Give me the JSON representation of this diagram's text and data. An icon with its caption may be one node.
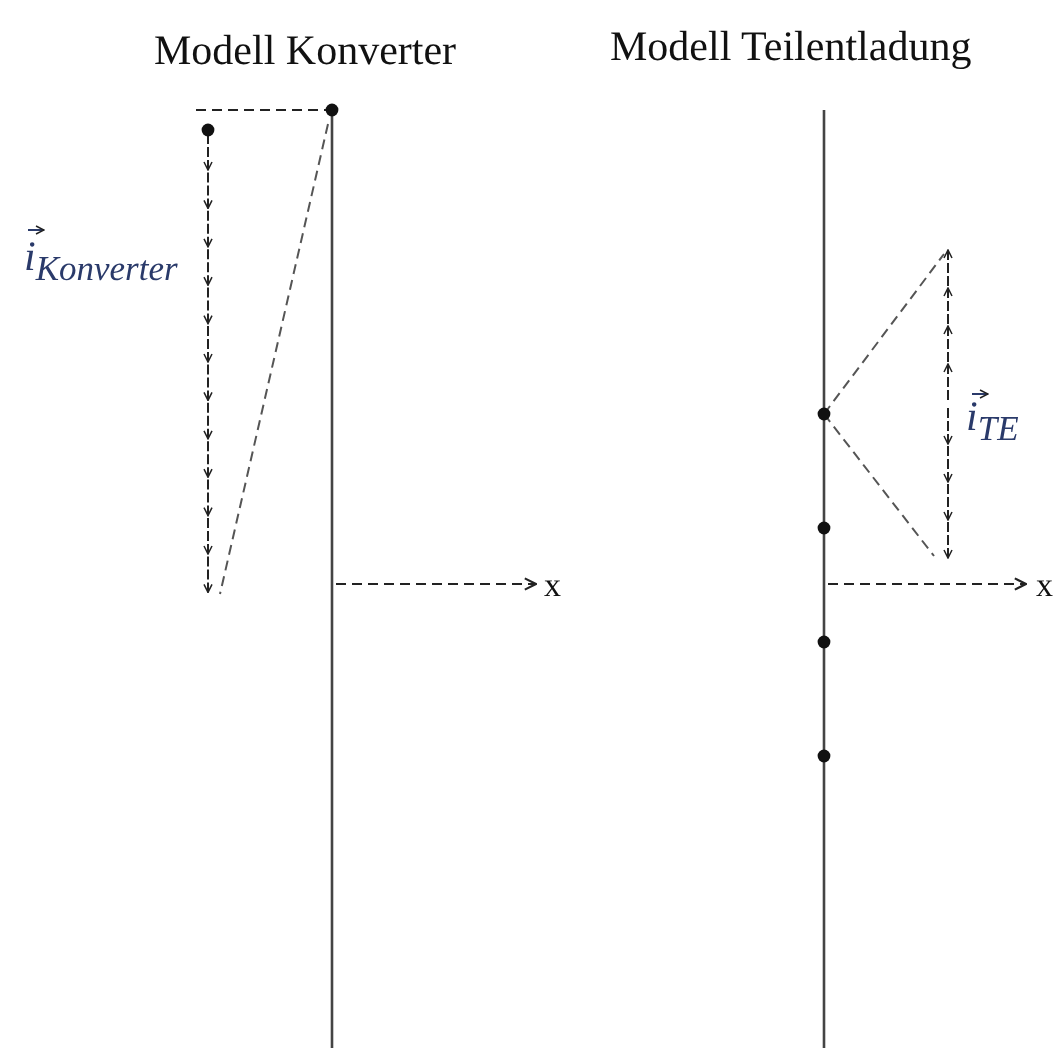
{
  "diagram": {
    "labels": [
      "Modell Konverter",
      "Modell Teilentladung",
      "i$_{Konverter}$",
      "x",
      "i$_{TE}$",
      "x"
    ]
  }
}
